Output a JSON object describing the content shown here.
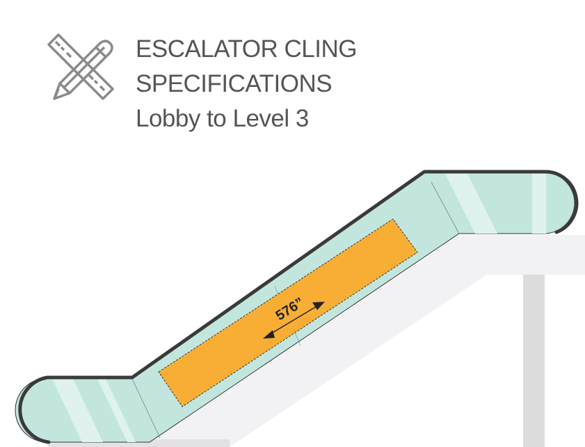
{
  "header": {
    "icon": "ruler-pencil-icon",
    "title_line1": "ESCALATOR CLING",
    "title_line2": "SPECIFICATIONS",
    "subtitle": "Lobby to Level 3"
  },
  "diagram": {
    "cling_length_label": "576”",
    "colors": {
      "glass": "#c2e6de",
      "glass_light": "#dff2ef",
      "handrail": "#3a3a3a",
      "cling": "#f8ae35",
      "structure": "#f2f2f4",
      "pillar": "#dcdcdc"
    }
  }
}
